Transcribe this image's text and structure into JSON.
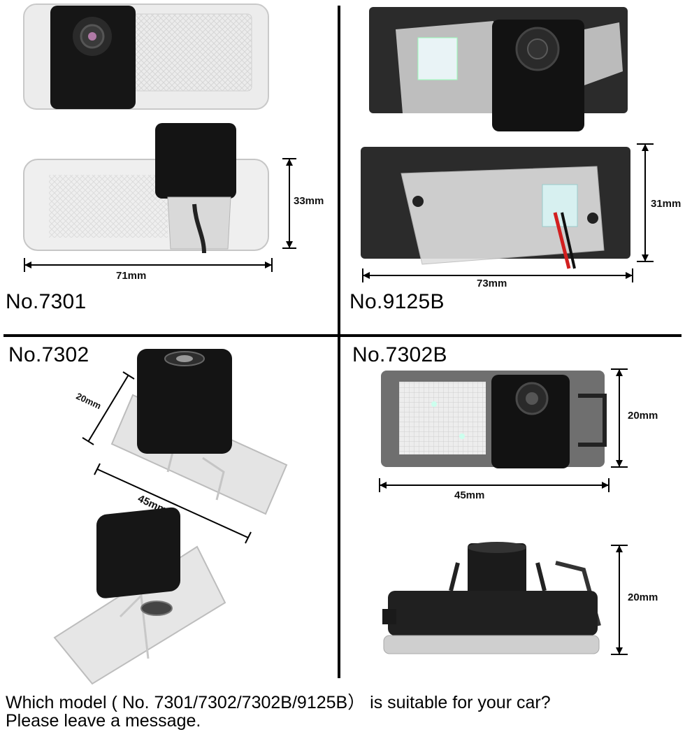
{
  "quadrants": [
    {
      "model": "No.7301",
      "dims": {
        "height": "33mm",
        "width": "71mm"
      }
    },
    {
      "model": "No.9125B",
      "dims": {
        "height": "31mm",
        "width": "73mm"
      }
    },
    {
      "model": "No.7302",
      "dims": {
        "depth": "20mm",
        "width": "45mm"
      }
    },
    {
      "model": "No.7302B",
      "dims": {
        "height_top": "20mm",
        "width": "45mm",
        "height_bottom": "20mm"
      }
    }
  ],
  "footer": {
    "line1": "Which model ( No. 7301/7302/7302B/9125B） is suitable for your car?",
    "line2": "Please leave a message."
  }
}
